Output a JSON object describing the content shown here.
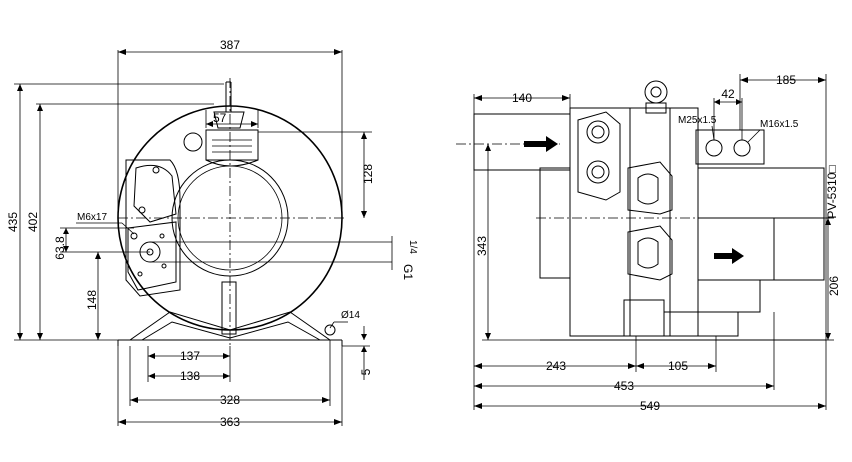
{
  "front_view": {
    "dim_387": "387",
    "dim_57": "57",
    "dim_128": "128",
    "dim_435": "435",
    "dim_402": "402",
    "dim_m6": "M6x17",
    "dim_63_8": "63.8",
    "dim_148": "148",
    "dim_g": "G1",
    "dim_g_sub": "1/4",
    "dim_phi14": "Ø14",
    "dim_137": "137",
    "dim_138": "138",
    "dim_5": "5",
    "dim_328": "328",
    "dim_363": "363"
  },
  "side_view": {
    "dim_140": "140",
    "dim_185": "185",
    "dim_42": "42",
    "dim_m25": "M25x1.5",
    "dim_m16": "M16x1.5",
    "model": "PV-5310□",
    "dim_343": "343",
    "dim_206": "206",
    "dim_243": "243",
    "dim_105": "105",
    "dim_453": "453",
    "dim_549": "549"
  }
}
